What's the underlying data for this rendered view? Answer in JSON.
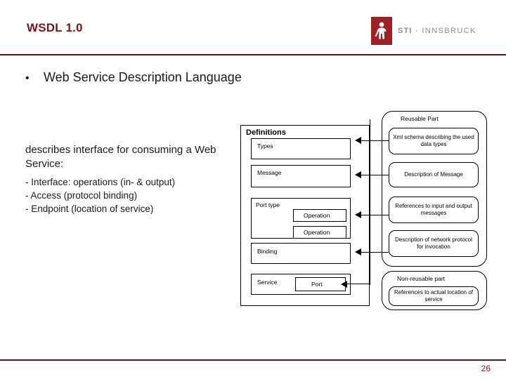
{
  "header": {
    "title": "WSDL 1.0",
    "logo": {
      "icon": "sti-figure-icon",
      "wordmark_bold": "STI",
      "wordmark_sep": " · ",
      "wordmark_rest": "INNSBRUCK"
    },
    "rule_color": "#5C1216",
    "title_color": "#7B1518"
  },
  "content": {
    "bullet_symbol": "•",
    "bullet_text": "Web Service Description Language",
    "lead_text": "describes interface for consuming a Web Service:",
    "detail_lines": [
      "- Interface: operations (in- & output)",
      "- Access (protocol binding)",
      "- Endpoint (location of service)"
    ]
  },
  "diagram": {
    "definitions_label": "Definitions",
    "boxes": {
      "types": "Types",
      "message": "Message",
      "port_type": "Port type",
      "operation_1": "Operation",
      "operation_2": "Operation",
      "binding": "Binding",
      "service": "Service",
      "port": "Port"
    },
    "reusable_group_label": "Reusable Part",
    "nonreusable_group_label": "Non-reusable part",
    "annotations": {
      "xml_schema": "Xml schema describing the used data types",
      "description_of_message": "Description of Message",
      "references_io": "References to input and output messages",
      "network_protocol": "Description of network protocol for invocation",
      "location_of_service": "References to actual location of service"
    }
  },
  "footer": {
    "page_number": "26",
    "rule_color": "#5C1216"
  }
}
